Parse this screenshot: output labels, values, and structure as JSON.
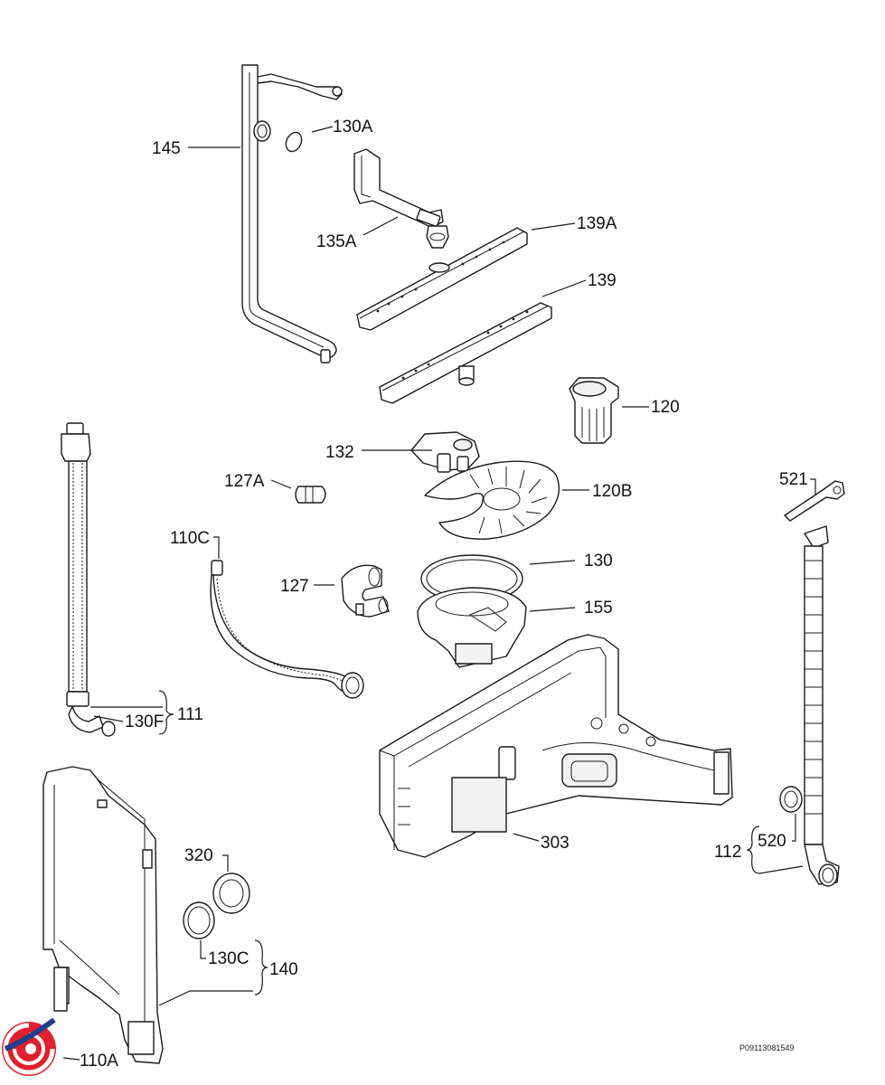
{
  "diagram": {
    "labels": {
      "145": "145",
      "130A": "130A",
      "135A": "135A",
      "139A": "139A",
      "139": "139",
      "120": "120",
      "132": "132",
      "127A": "127A",
      "120B": "120B",
      "110C": "110C",
      "127": "127",
      "130": "130",
      "155": "155",
      "130F": "130F",
      "111": "111",
      "303": "303",
      "521": "521",
      "520": "520",
      "112": "112",
      "320": "320",
      "130C": "130C",
      "140": "140",
      "110A": "110A"
    },
    "reference_code": "P09113081549",
    "logo_colors": {
      "red": "#e0202a",
      "blue": "#1f3f8f"
    }
  }
}
